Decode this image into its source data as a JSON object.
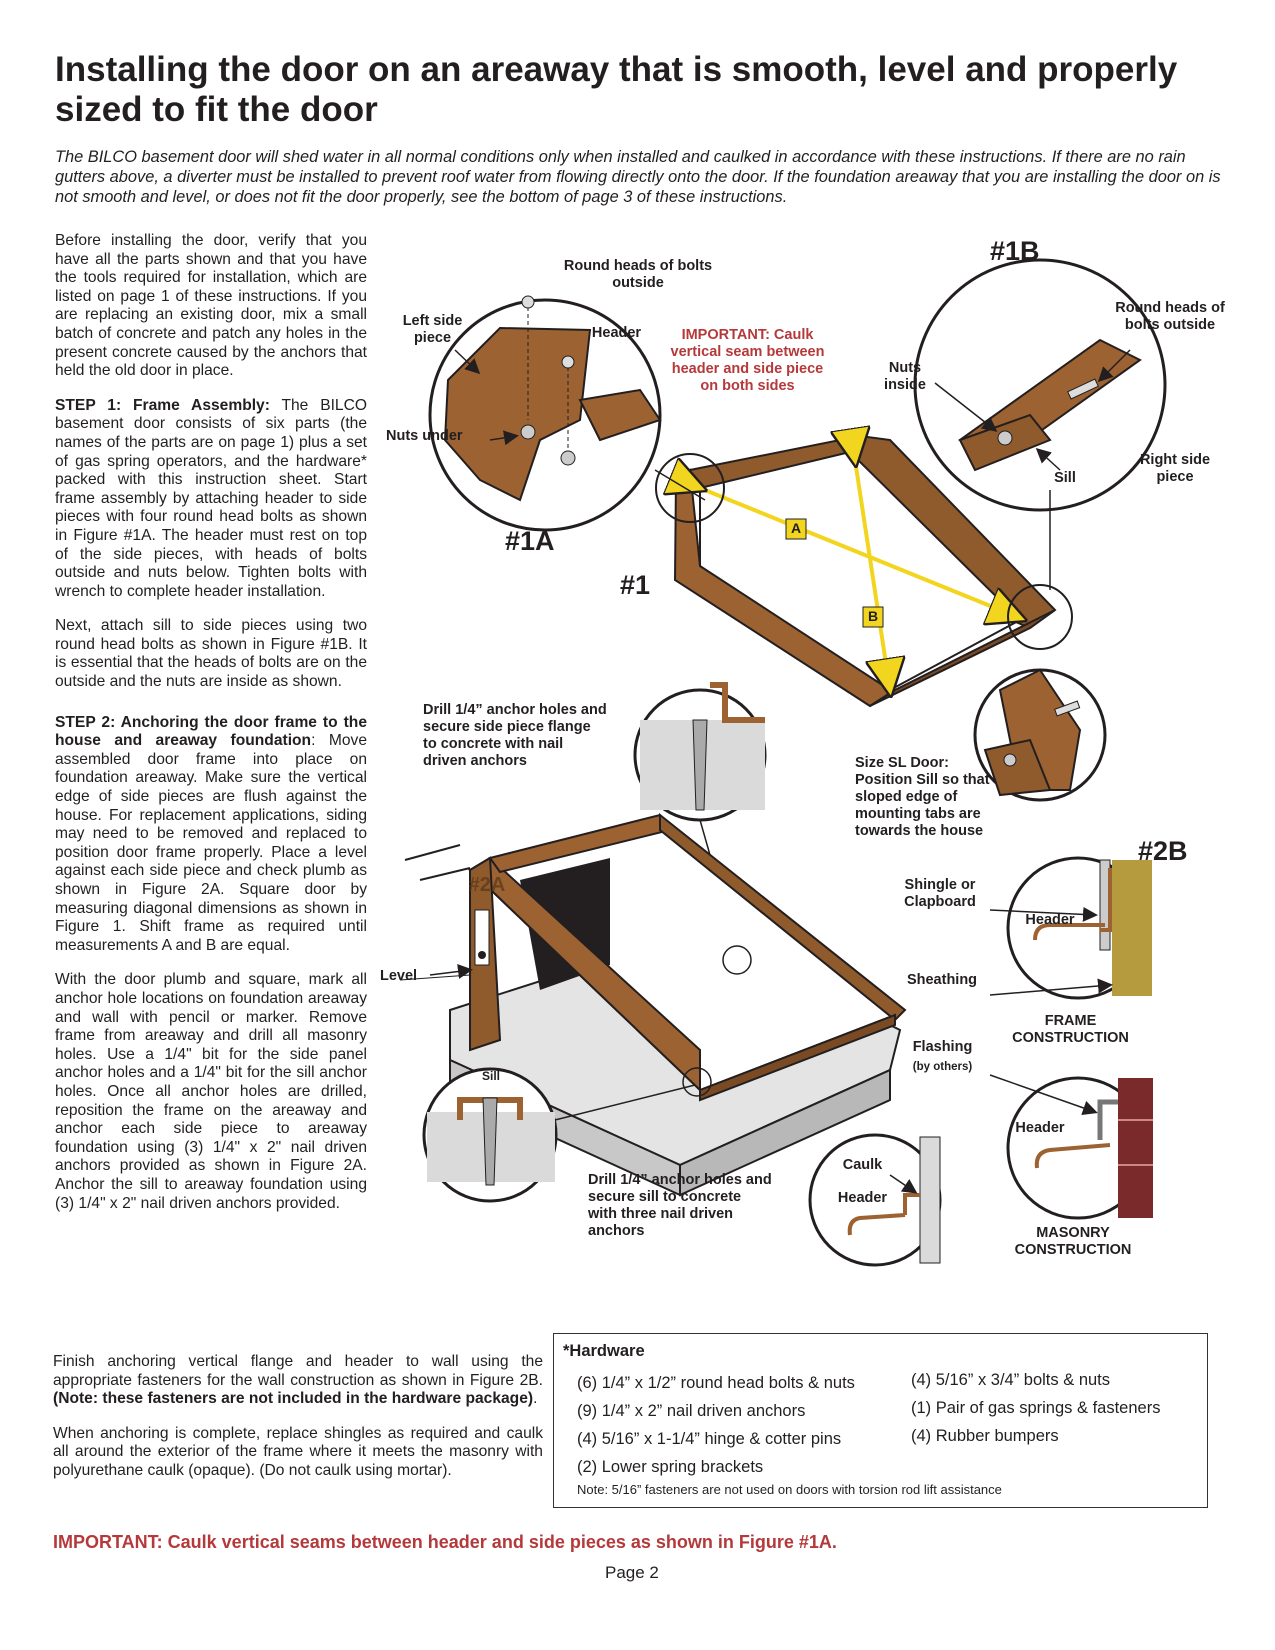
{
  "page": {
    "title": "Installing the door on an areaway that is smooth, level and properly sized to fit the door",
    "intro": "The BILCO basement door will shed water in all normal conditions only when installed and caulked in accordance with these instructions. If there are no rain gutters above, a diverter must be installed to prevent roof water from flowing directly onto the door. If the foundation areaway that you are installing the door on is not smooth and level, or does not fit the door properly, see the bottom of page 3 of these instructions.",
    "body": {
      "p1": "Before installing the door, verify that you have all the parts shown and that you have the tools required for installation, which are listed on page 1 of these instructions. If you are replacing an existing door, mix a small batch of concrete and patch any holes in the present concrete caused by the anchors that held the old door in place.",
      "step1_head": "STEP 1: Frame Assembly:",
      "step1_text": " The BILCO basement door consists of six parts (the names of the parts are on page 1) plus a set of gas spring operators, and the hardware* packed with this instruction sheet. Start frame assembly by attaching header to side pieces with four round head bolts as shown in Figure #1A. The header must rest on top of the side pieces, with heads of bolts outside and nuts below. Tighten bolts with wrench to complete header installation.",
      "p3": "Next, attach sill to side pieces using two round head bolts as shown in Figure #1B. It is essential that the heads of bolts are on the outside and the nuts are inside as shown.",
      "step2_head": "STEP 2: Anchoring the door frame to the house and areaway foundation",
      "step2_text": ": Move assembled door frame into place on foundation areaway. Make sure the vertical edge of side pieces are flush against the house. For replacement applications, siding may need to be removed and replaced to position door frame properly. Place a level against each side piece and check plumb as shown in Figure 2A. Square door by measuring diagonal dimensions as shown in Figure 1. Shift frame as required until measurements A and B are equal.",
      "p5": "With the door plumb and square, mark all anchor hole locations on foundation areaway and wall with pencil or marker. Remove frame from areaway and drill all masonry holes. Use a 1/4\" bit for the side panel anchor holes and a 1/4\" bit for the sill anchor holes. Once all anchor holes are drilled, reposition the frame on the areaway and anchor each side piece to areaway foundation using (3) 1/4\" x 2\" nail driven anchors provided as shown in Figure 2A. Anchor the sill to areaway foundation using (3) 1/4\" x 2\" nail driven anchors provided.",
      "p6_text": "Finish anchoring vertical flange and header to wall using the appropriate fasteners for the wall construction as shown in Figure 2B. ",
      "p6_bold": "(Note: these fasteners are not included in the hardware package)",
      "p6_end": ".",
      "p7": "When anchoring is complete, replace shingles as required and caulk all around the exterior of the frame where it meets the masonry with polyurethane caulk (opaque). (Do not caulk using mortar).",
      "important_footer": "IMPORTANT: Caulk vertical seams between header and side pieces as shown in Figure #1A.",
      "page_number": "Page 2"
    },
    "hardware": {
      "title": "*Hardware",
      "left": [
        "(6) 1/4” x 1/2” round head bolts & nuts",
        "(9) 1/4” x 2” nail driven anchors",
        "(4)  5/16” x 1-1/4” hinge & cotter pins",
        "(2)  Lower spring brackets"
      ],
      "right": [
        "(4)  5/16” x 3/4” bolts & nuts",
        "(1)  Pair of gas springs & fasteners",
        "(4)  Rubber bumpers"
      ],
      "note": "Note: 5/16” fasteners are not used on doors with torsion rod lift assistance"
    },
    "figures": {
      "fig1a": {
        "id": "#1A",
        "round_heads": "Round heads of bolts outside",
        "left_side": "Left side piece",
        "header": "Header",
        "nuts_under": "Nuts under",
        "important": "IMPORTANT: Caulk vertical seam between header and side piece on both sides"
      },
      "fig1b": {
        "id": "#1B",
        "round_heads": "Round heads of bolts outside",
        "nuts_inside": "Nuts inside",
        "sill": "Sill",
        "right_side": "Right side piece"
      },
      "fig1": {
        "id": "#1",
        "a": "A",
        "b": "B"
      },
      "fig2a": {
        "drill_side": "Drill 1/4” anchor holes and secure side piece flange to concrete with nail driven anchors",
        "size_sl": "Size SL Door: Position Sill so that sloped edge of mounting tabs are towards the house",
        "level": "Level",
        "sill": "Sill",
        "drill_sill": "Drill 1/4” anchor holes and secure sill to concrete with three nail driven anchors",
        "label_2a": "#2A"
      },
      "fig2b": {
        "id": "#2B",
        "shingle": "Shingle or Clapboard",
        "header": "Header",
        "sheathing": "Sheathing",
        "frame": "FRAME CONSTRUCTION",
        "flashing": "Flashing",
        "by_others": "(by others)",
        "header2": "Header",
        "caulk": "Caulk",
        "header3": "Header",
        "masonry": "MASONRY CONSTRUCTION"
      }
    }
  }
}
